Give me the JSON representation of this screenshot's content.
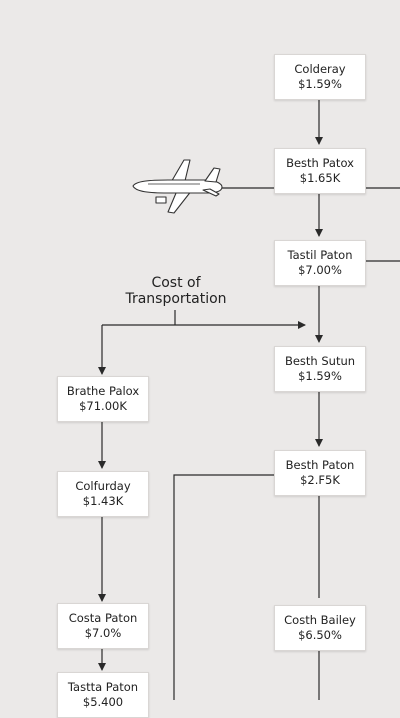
{
  "caption": {
    "line1": "Cost of",
    "line2": "Transportation"
  },
  "nodes": [
    {
      "title": "Colderay",
      "value": "$1.59%"
    },
    {
      "title": "Besth Patox",
      "value": "$1.65K"
    },
    {
      "title": "Tastil Paton",
      "value": "$7.00%"
    },
    {
      "title": "Besth Sutun",
      "value": "$1.59%"
    },
    {
      "title": "Besth Paton",
      "value": "$2.F5K"
    },
    {
      "title": "Costh Bailey",
      "value": "$6.50%"
    },
    {
      "title": "Brathe Palox",
      "value": "$71.00K"
    },
    {
      "title": "Colfurday",
      "value": "$1.43K"
    },
    {
      "title": "Costa Paton",
      "value": "$7.0%"
    },
    {
      "title": "Tastta Paton",
      "value": "$5.400"
    }
  ],
  "icons": {
    "airplane": "airplane-icon"
  },
  "colors": {
    "background": "#ebe9e8",
    "line": "#2a2a2a"
  }
}
